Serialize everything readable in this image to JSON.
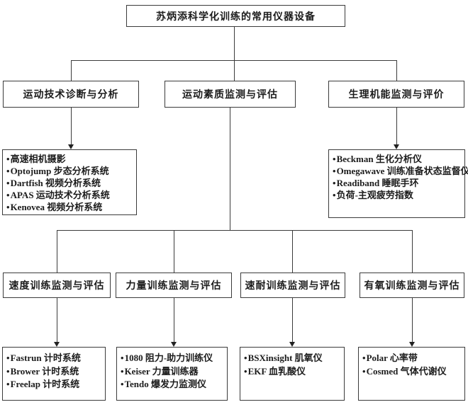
{
  "root": {
    "title": "苏炳添科学化训练的常用仪器设备"
  },
  "branches": {
    "tech": {
      "label": "运动技术诊断与分析",
      "items": [
        "高速相机摄影",
        "Optojump 步态分析系统",
        "Dartfish 视频分析系统",
        "APAS 运动技术分析系统",
        "Kenovea 视频分析系统"
      ]
    },
    "quality": {
      "label": "运动素质监测与评估"
    },
    "physio": {
      "label": "生理机能监测与评价",
      "items": [
        "Beckman 生化分析仪",
        "Omegawave 训练准备状态监督仪",
        "Readiband 睡眠手环",
        "负荷-主观疲劳指数"
      ]
    }
  },
  "quality_sub": [
    {
      "label": "速度训练监测与评估",
      "items": [
        "Fastrun 计时系统",
        "Brower 计时系统",
        "Freelap 计时系统"
      ]
    },
    {
      "label": "力量训练监测与评估",
      "items": [
        "1080 阻力-助力训练仪",
        "Keiser 力量训练器",
        "Tendo 爆发力监测仪"
      ]
    },
    {
      "label": "速耐训练监测与评估",
      "items": [
        "BSXinsight 肌氧仪",
        "EKF 血乳酸仪"
      ]
    },
    {
      "label": "有氧训练监测与评估",
      "items": [
        "Polar 心率带",
        "Cosmed 气体代谢仪"
      ]
    }
  ],
  "colors": {
    "background": "#ffffff",
    "line": "#3b3b3b",
    "text": "#1c1c1c"
  }
}
